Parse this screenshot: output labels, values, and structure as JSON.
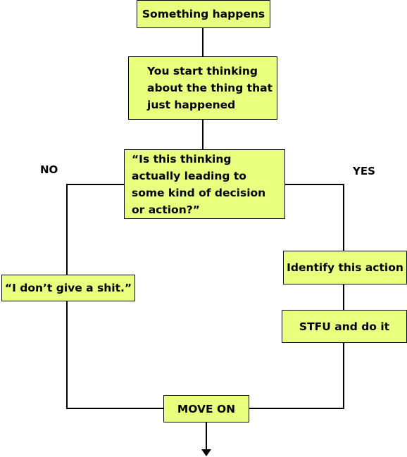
{
  "diagram": {
    "nodes": {
      "start": "Something happens",
      "thinking": "You start thinking about the thing that just happened",
      "question": "“Is this thinking actually leading to some kind of decision or action?”",
      "identify": "Identify this action",
      "stfu": "STFU and do it",
      "no_branch": "“I don’t give a shit.”",
      "move_on": "MOVE ON"
    },
    "branch_labels": {
      "no": "NO",
      "yes": "YES"
    }
  },
  "colors": {
    "node_fill": "#e9ff7e",
    "line": "#000000"
  }
}
